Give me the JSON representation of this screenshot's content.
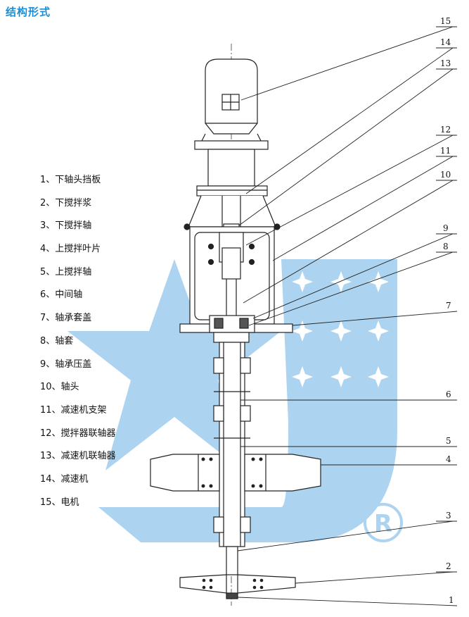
{
  "title": "结构形式",
  "legend": [
    "1、下轴头挡板",
    "2、下搅拌浆",
    "3、下搅拌轴",
    "4、上搅拌叶片",
    "5、上搅拌轴",
    "6、中间轴",
    "7、轴承套盖",
    "8、轴套",
    "9、轴承压盖",
    "10、轴头",
    "11、减速机支架",
    "12、搅拌器联轴器",
    "13、减速机联轴器",
    "14、减速机",
    "15、电机"
  ],
  "callouts": [
    "15",
    "14",
    "13",
    "12",
    "11",
    "10",
    "9",
    "8",
    "7",
    "6",
    "5",
    "4",
    "3",
    "2",
    "1"
  ],
  "colors": {
    "title": "#1a8fd6",
    "watermark": "#a8d2f0",
    "line": "#222222"
  },
  "watermark": {
    "mark": "®"
  }
}
